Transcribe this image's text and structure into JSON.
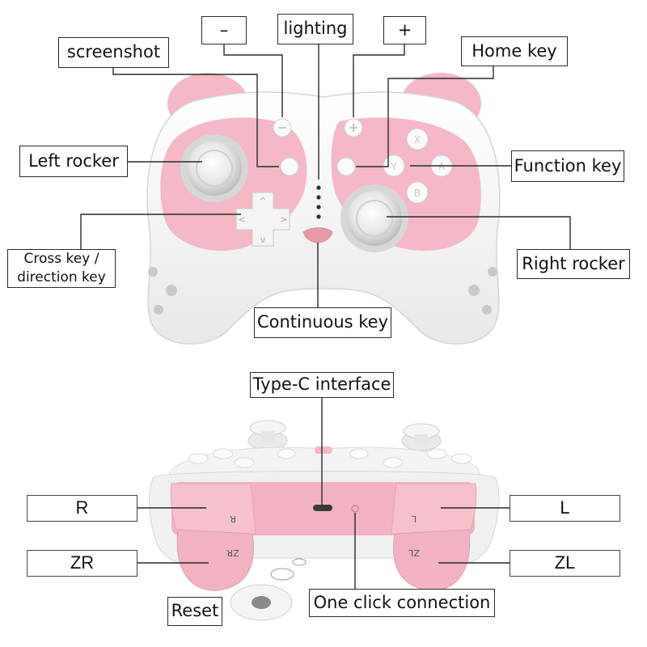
{
  "labels": {
    "minus": "–",
    "lighting": "lighting",
    "plus": "+",
    "screenshot": "screenshot",
    "home_key": "Home key",
    "left_rocker": "Left rocker",
    "function_key": "Function key",
    "cross_key_line1": "Cross key /",
    "cross_key_line2": "direction key",
    "right_rocker": "Right rocker",
    "continuous_key": "Continuous key",
    "type_c": "Type-C interface",
    "r": "R",
    "l": "L",
    "zr": "ZR",
    "zl": "ZL",
    "reset": "Reset",
    "one_click": "One click connection"
  },
  "controller_marks": {
    "x": "X",
    "y": "Y",
    "a": "A",
    "b": "B",
    "r_back": "R",
    "zr_back": "ZR",
    "l_back": "L",
    "zl_back": "ZL"
  },
  "colors": {
    "pink": "#f4b8c6",
    "pink_dark": "#e69aac",
    "white_shell": "#f7f6f6",
    "gray": "#d9d9d9",
    "line": "#2a2a2a"
  }
}
